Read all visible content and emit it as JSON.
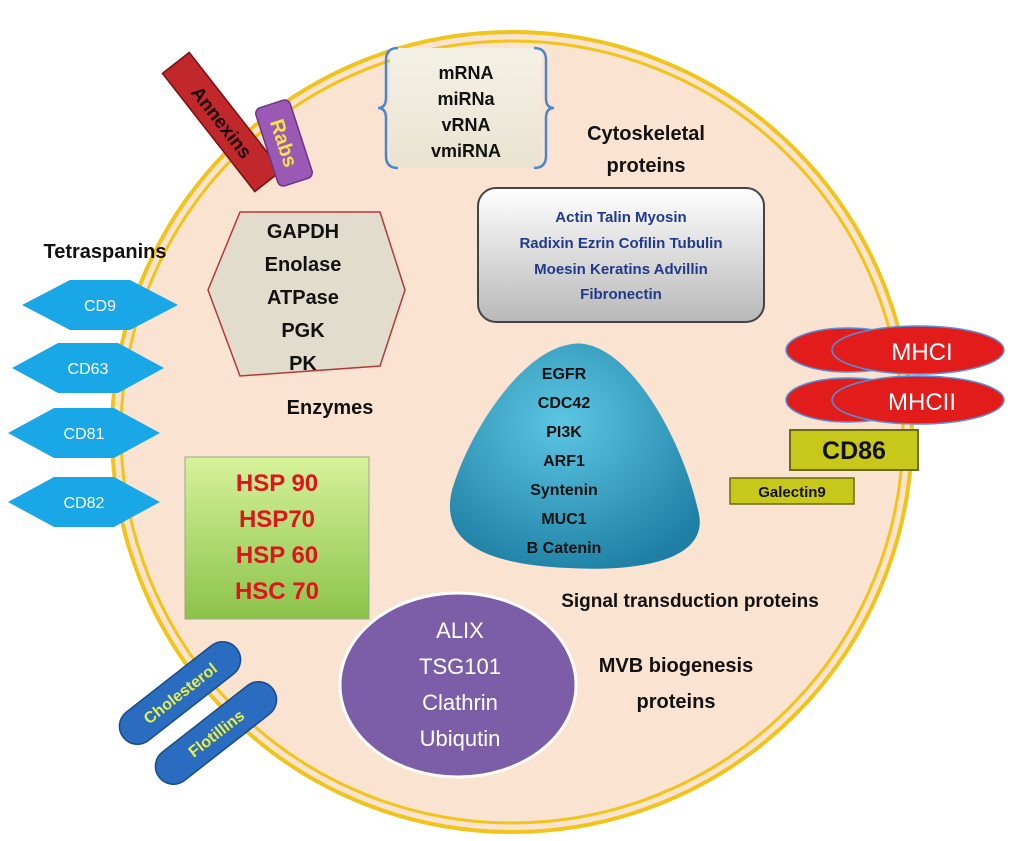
{
  "rna": {
    "items": [
      "mRNA",
      "miRNa",
      "vRNA",
      "vmiRNA"
    ]
  },
  "annexins": "Annexins",
  "rabs": "Rabs",
  "cytoskeletal": {
    "title": [
      "Cytoskeletal",
      "proteins"
    ],
    "items": [
      "Actin Talin Myosin",
      "Radixin Ezrin Cofilin Tubulin",
      "Moesin Keratins Advillin",
      "Fibronectin"
    ]
  },
  "tetraspanins": {
    "title": "Tetraspanins",
    "items": [
      "CD9",
      "CD63",
      "CD81",
      "CD82"
    ]
  },
  "enzymes": {
    "title": "Enzymes",
    "items": [
      "GAPDH",
      "Enolase",
      "ATPase",
      "PGK",
      "PK"
    ]
  },
  "mhc": {
    "items": [
      "MHCI",
      "MHCII"
    ]
  },
  "cd86": "CD86",
  "galectin": "Galectin9",
  "signal": {
    "title": "Signal transduction proteins",
    "items": [
      "EGFR",
      "CDC42",
      "PI3K",
      "ARF1",
      "Syntenin",
      "MUC1",
      "B Catenin"
    ]
  },
  "hsp": {
    "items": [
      "HSP 90",
      "HSP70",
      "HSP 60",
      "HSC 70"
    ]
  },
  "mvb": {
    "title": [
      "MVB biogenesis",
      "proteins"
    ],
    "items": [
      "ALIX",
      "TSG101",
      "Clathrin",
      "Ubiqutin"
    ]
  },
  "lipids": {
    "items": [
      "Cholesterol",
      "Flotillins"
    ]
  },
  "colors": {
    "membrane": "#f0c419",
    "cytoplasm": "#fbe3d1",
    "tetraspanin": "#1aa7e8",
    "mhc": "#e21b1b",
    "cd86": "#c8c81a",
    "hsp_text": "#e0141c",
    "mvb": "#7b5ea7",
    "signal": "#2a9fc4",
    "enzyme_box": "#e2dccd",
    "cyto_text": "#1f3a8a",
    "annexin": "#c0282c",
    "rabs": "#9b59b6",
    "lipid": "#2a6cc0",
    "lipid_text": "#e8f044"
  }
}
